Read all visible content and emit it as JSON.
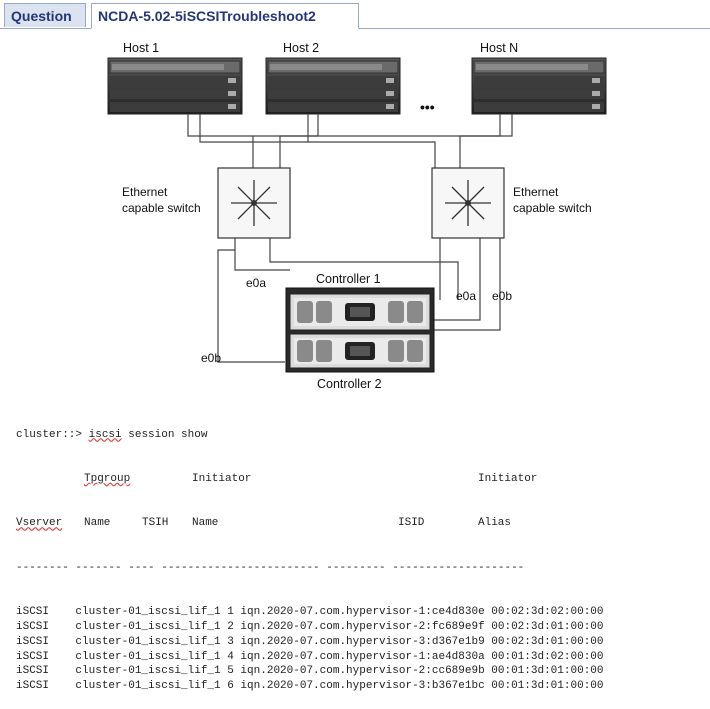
{
  "tabs": [
    {
      "label": "Question"
    },
    {
      "label": "NCDA-5.02-5iSCSITroubleshoot2"
    }
  ],
  "diagram": {
    "hosts": [
      "Host 1",
      "Host 2",
      "Host N"
    ],
    "ellipsis": "•••",
    "switch_label_line1": "Ethernet",
    "switch_label_line2": "capable switch",
    "controllers": [
      "Controller 1",
      "Controller 2"
    ],
    "ports": {
      "c1_left": "e0a",
      "c1_right_a": "e0a",
      "c1_right_b": "e0b",
      "c2_left": "e0b"
    }
  },
  "cli": {
    "prompt": "cluster::> ",
    "command_underlined": "iscsi",
    "command_rest": " session show",
    "header1": {
      "c1": "",
      "c2": "Tpgroup",
      "c3": "",
      "c4": "Initiator",
      "c5": "",
      "c6": "Initiator"
    },
    "header2": {
      "c1": "Vserver",
      "c2": "Name",
      "c3": "TSIH",
      "c4": "Name",
      "c5": "ISID",
      "c6": "Alias"
    },
    "separator": "-------- ------- ---- ------------------------ --------- --------------------",
    "columns": [
      "Vserver",
      "Tpgroup Name",
      "TSIH",
      "Initiator Name",
      "ISID",
      "Initiator Alias"
    ],
    "rows": [
      {
        "vserver": "iSCSI",
        "tpgroup": "cluster-01_iscsi_lif_1",
        "tsih": "1",
        "initiator": "iqn.2020-07.com.hypervisor-1:ce4d830e",
        "isid": "00:02:3d:02:00:00"
      },
      {
        "vserver": "iSCSI",
        "tpgroup": "cluster-01_iscsi_lif_1",
        "tsih": "2",
        "initiator": "iqn.2020-07.com.hypervisor-2:fc689e9f",
        "isid": "00:02:3d:01:00:00"
      },
      {
        "vserver": "iSCSI",
        "tpgroup": "cluster-01_iscsi_lif_1",
        "tsih": "3",
        "initiator": "iqn.2020-07.com.hypervisor-3:d367e1b9",
        "isid": "00:02:3d:01:00:00"
      },
      {
        "vserver": "iSCSI",
        "tpgroup": "cluster-01_iscsi_lif_1",
        "tsih": "4",
        "initiator": "iqn.2020-07.com.hypervisor-1:ae4d830a",
        "isid": "00:01:3d:02:00:00"
      },
      {
        "vserver": "iSCSI",
        "tpgroup": "cluster-01_iscsi_lif_1",
        "tsih": "5",
        "initiator": "iqn.2020-07.com.hypervisor-2:cc689e9b",
        "isid": "00:01:3d:01:00:00"
      },
      {
        "vserver": "iSCSI",
        "tpgroup": "cluster-01_iscsi_lif_1",
        "tsih": "6",
        "initiator": "iqn.2020-07.com.hypervisor-3:b367e1bc",
        "isid": "00:01:3d:01:00:00"
      }
    ]
  },
  "colors": {
    "tab_text": "#23367a",
    "tab_active_bg": "#ffffff",
    "tab_inactive_bg": "#dbe3f1",
    "device_dark": "#2a2a2a",
    "wire": "#444444"
  }
}
